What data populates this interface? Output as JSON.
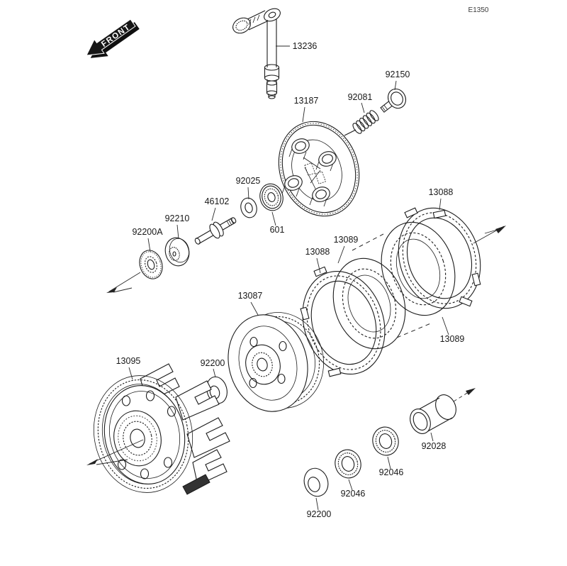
{
  "diagram": {
    "code": "E1350",
    "front_label": "FRONT",
    "labels": {
      "release_shaft": "13236",
      "bolt": "92150",
      "spring": "92081",
      "pressure_plate": "13187",
      "thrust_washer": "92025",
      "push_rod": "46102",
      "bearing": "601",
      "damper": "92210",
      "splined_washer": "92200A",
      "steel_plate_left": "13089",
      "friction_plate_left": "13088",
      "friction_plate_right": "13088",
      "steel_plate_right": "13089",
      "clutch_hub": "13087",
      "washer_upper": "92200",
      "clutch_housing": "13095",
      "bushing": "92028",
      "needle_bearing_outer": "92046",
      "needle_bearing_inner": "92046",
      "washer_lower": "92200"
    }
  }
}
